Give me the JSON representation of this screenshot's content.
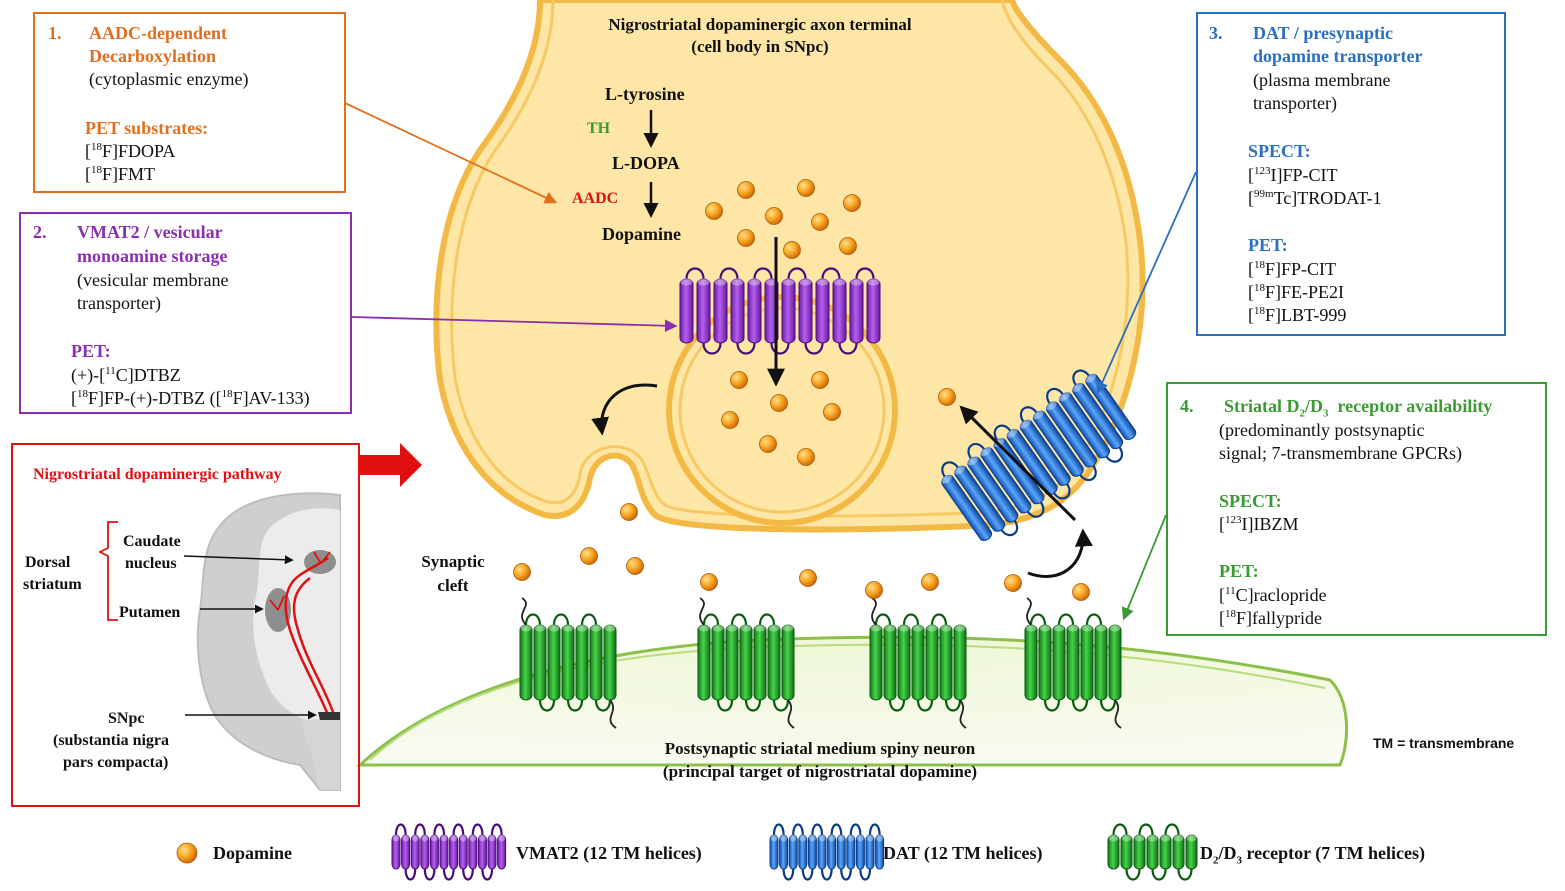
{
  "colors": {
    "orange": "#e0701f",
    "purple": "#8b2fb0",
    "blue": "#2a6fc0",
    "green": "#3a9a34",
    "red": "#e01010",
    "terminal_fill": "#fde6a6",
    "membrane": "#f3b945",
    "dopamine": "#f28a0a",
    "vmat2": "#9b3ed6",
    "dat": "#2a79dc",
    "d2d3": "#23b02a",
    "postsynaptic_fill": "#e7f3cc"
  },
  "terminal": {
    "title_line1": "Nigrostriatal dopaminergic axon terminal",
    "title_line2": "(cell body in SNpc)",
    "pathway": {
      "step1": "L-tyrosine",
      "enzyme1": "TH",
      "step2": "L-DOPA",
      "enzyme2": "AADC",
      "step3": "Dopamine"
    }
  },
  "box1": {
    "number": "1.",
    "title_line1": "AADC-dependent",
    "title_line2": "Decarboxylation",
    "subtitle": "(cytoplasmic enzyme)",
    "tracers_label": "PET substrates:",
    "tracers": [
      {
        "sup": "18",
        "pre": "[",
        "post": "F]FDOPA"
      },
      {
        "sup": "18",
        "pre": "[",
        "post": "F]FMT"
      }
    ]
  },
  "box2": {
    "number": "2.",
    "title_line1": "VMAT2 / vesicular",
    "title_line2": "monoamine storage",
    "subtitle_line1": "(vesicular membrane",
    "subtitle_line2": "transporter)",
    "tracers_label": "PET:",
    "tracer1": {
      "pre": "(+)-[",
      "sup": "11",
      "post": "C]DTBZ"
    },
    "tracer2": {
      "pre": "[",
      "sup": "18",
      "mid": "F]FP-(+)-DTBZ ([",
      "sup2": "18",
      "post": "F]AV-133)"
    }
  },
  "box3": {
    "number": "3.",
    "title_line1": "DAT / presynaptic",
    "title_line2": "dopamine transporter",
    "subtitle_line1": "(plasma membrane",
    "subtitle_line2": "transporter)",
    "spect_label": "SPECT:",
    "spect": [
      {
        "pre": "[",
        "sup": "123",
        "post": "I]FP-CIT"
      },
      {
        "pre": "[",
        "sup": "99m",
        "post": "Tc]TRODAT-1"
      }
    ],
    "pet_label": "PET:",
    "pet": [
      {
        "pre": "[",
        "sup": "18",
        "post": "F]FP-CIT"
      },
      {
        "pre": "[",
        "sup": "18",
        "post": "F]FE-PE2I"
      },
      {
        "pre": "[",
        "sup": "18",
        "post": "F]LBT-999"
      }
    ]
  },
  "box4": {
    "number": "4.",
    "title_pre": "Striatal D",
    "title_sub1": "2",
    "title_mid": "/D",
    "title_sub2": "3",
    "title_post": "  receptor availability",
    "subtitle_line1": "(predominantly postsynaptic",
    "subtitle_line2": "signal; 7-transmembrane GPCRs)",
    "spect_label": "SPECT:",
    "spect": [
      {
        "pre": "[",
        "sup": "123",
        "post": "I]IBZM"
      }
    ],
    "pet_label": "PET:",
    "pet": [
      {
        "pre": "[",
        "sup": "11",
        "post": "C]raclopride"
      },
      {
        "pre": "[",
        "sup": "18",
        "post": "F]fallypride"
      }
    ]
  },
  "pathway_panel": {
    "title": "Nigrostriatal dopaminergic pathway",
    "dorsal_line1": "Dorsal",
    "dorsal_line2": "striatum",
    "caudate_line1": "Caudate",
    "caudate_line2": "nucleus",
    "putamen": "Putamen",
    "snpc_line1": "SNpc",
    "snpc_line2": "(substantia nigra",
    "snpc_line3": "pars compacta)"
  },
  "synaptic_cleft_line1": "Synaptic",
  "synaptic_cleft_line2": "cleft",
  "postsynaptic_line1": "Postsynaptic striatal medium spiny neuron",
  "postsynaptic_line2": "(principal target of nigrostriatal dopamine)",
  "tm_note": "TM = transmembrane",
  "legend": {
    "dopamine": "Dopamine",
    "vmat2": "VMAT2 (12 TM helices)",
    "dat": "DAT (12 TM helices)",
    "d2_pre": "D",
    "d2_sub1": "2",
    "d2_mid": "/D",
    "d2_sub2": "3",
    "d2_post": " receptor (7 TM helices)"
  }
}
